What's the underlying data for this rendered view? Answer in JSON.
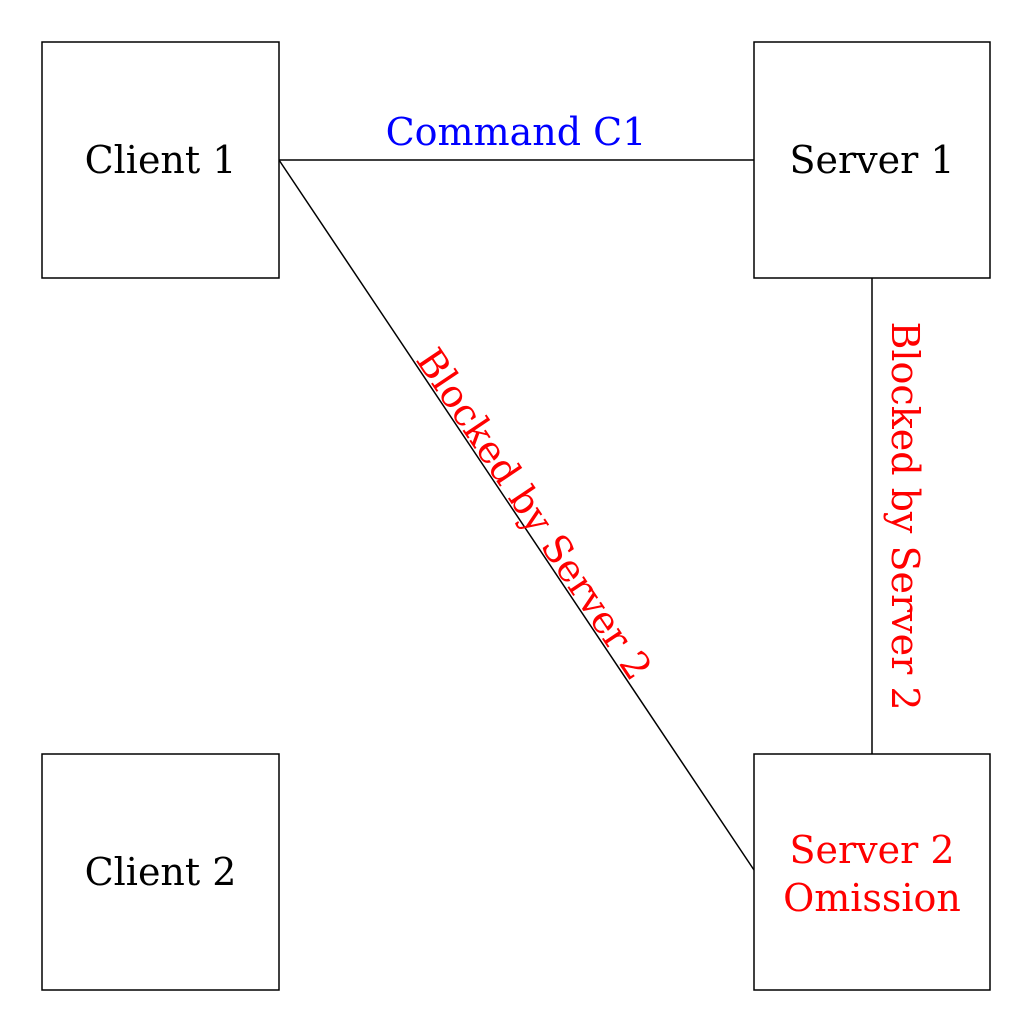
{
  "colors": {
    "node_text": "#000000",
    "allowed_edge_label": "#0000ff",
    "blocked": "#ff0000",
    "line": "#000000"
  },
  "nodes": {
    "client1": {
      "label": "Client 1"
    },
    "client2": {
      "label": "Client 2"
    },
    "server1": {
      "label": "Server 1"
    },
    "server2": {
      "label_line1": "Server 2",
      "label_line2": "Omission"
    }
  },
  "edges": {
    "client1_server1": {
      "label": "Command C1"
    },
    "client1_server2": {
      "label": "Blocked by Server 2"
    },
    "server1_server2": {
      "label": "Blocked by Server 2"
    }
  }
}
